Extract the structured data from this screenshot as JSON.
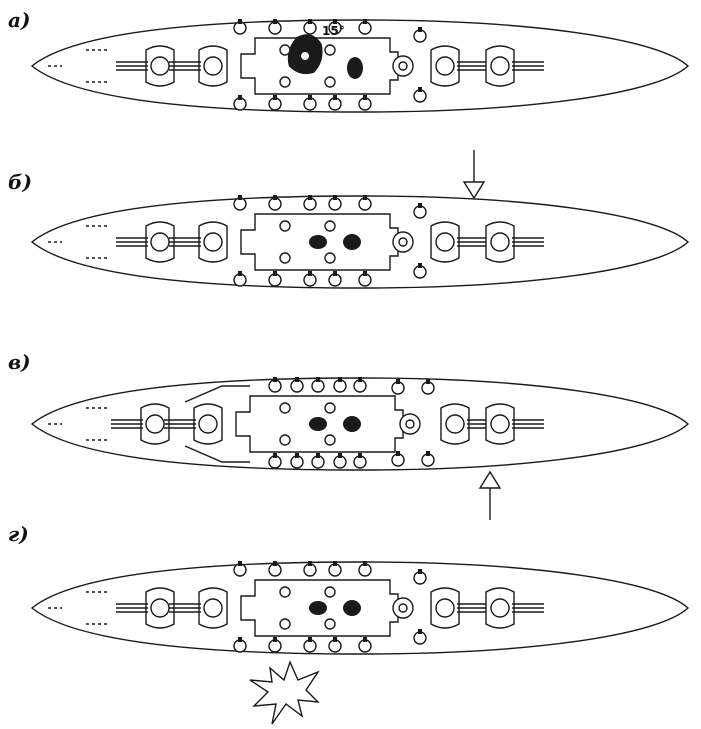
{
  "panels": [
    {
      "id": "a",
      "label": "а)"
    },
    {
      "id": "b",
      "label": "б)"
    },
    {
      "id": "v",
      "label": "в)"
    },
    {
      "id": "g",
      "label": "г)"
    }
  ],
  "annotation": {
    "angle": "15°"
  },
  "icons": {
    "arrow_top": "arrow-down-icon",
    "arrow_bottom": "arrow-up-icon",
    "explosion": "explosion-icon"
  },
  "colors": {
    "ink": "#1a1a1a",
    "paper": "#ffffff"
  }
}
